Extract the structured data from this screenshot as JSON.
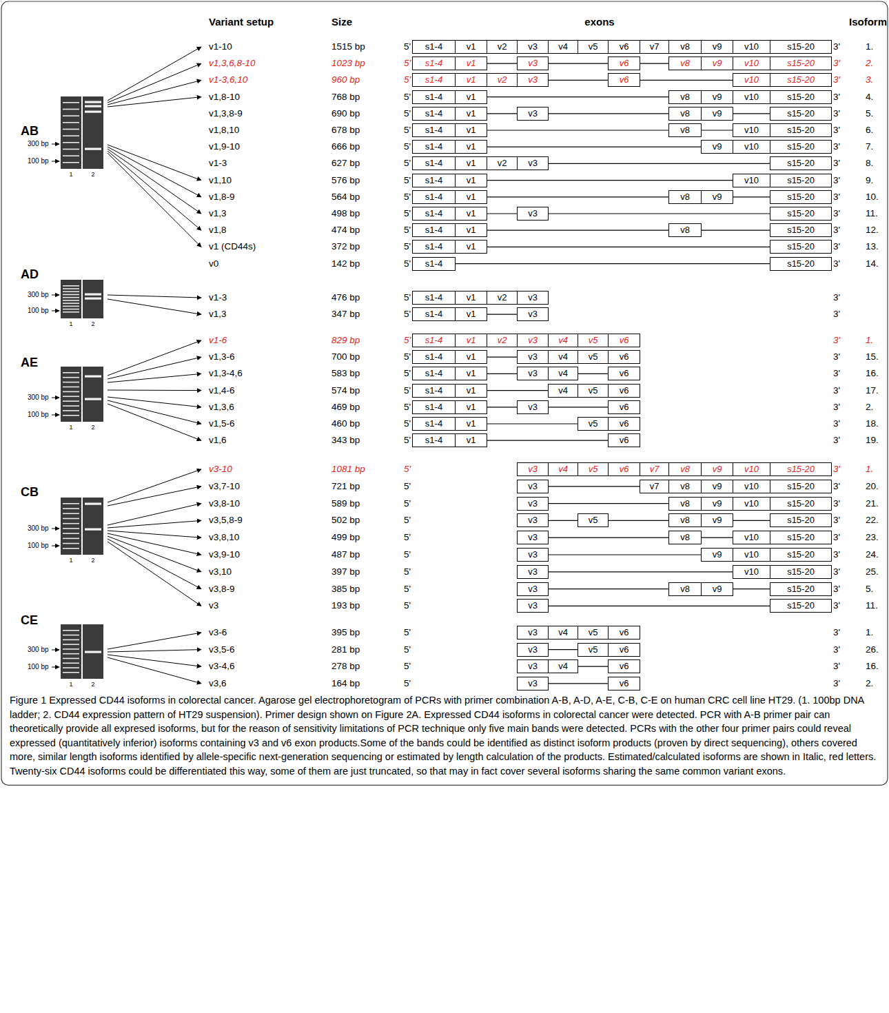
{
  "diagram": {
    "caption": "Figure 1 Expressed CD44 isoforms in colorectal cancer. Agarose gel electrophoretogram of PCRs with primer combination A-B, A-D, A-E, C-B, C-E on human CRC cell line HT29. (1. 100bp DNA ladder; 2. CD44 expression pattern of HT29 suspension). Primer design shown on Figure 2A. Expressed CD44 isoforms in colorectal cancer were detected. PCR with A-B primer pair can theoretically provide all expresed isoforms, but for the reason of sensitivity limitations of PCR technique only five main bands were detected. PCRs with the other four primer pairs could reveal expressed (quantitatively inferior) isoforms containing v3 and v6 exon products.Some of the bands could be identified as distinct isoform products (proven by direct sequencing), others covered more, similar length isoforms identified by allele-specific next-generation sequencing or estimated by length calculation of the products. Estimated/calculated isoforms are shown in Italic, red letters. Twenty-six CD44 isoforms could be differentiated this way, some of them are just truncated, so that may in fact cover several isoforms sharing the same common variant exons.",
    "nodes": [
      {
        "text": [
          "s1-4"
        ]
      },
      {
        "text": [
          "v1"
        ]
      },
      {
        "text": [
          "v2"
        ]
      },
      {
        "text": [
          "v3"
        ]
      },
      {
        "text": [
          "v4"
        ]
      },
      {
        "text": [
          "v5"
        ]
      },
      {
        "text": [
          "v6"
        ]
      },
      {
        "text": [
          "v7"
        ]
      },
      {
        "text": [
          "v8"
        ]
      },
      {
        "text": [
          "v9"
        ]
      },
      {
        "text": [
          "v10"
        ]
      },
      {
        "text": [
          "s15-20"
        ]
      },
      {
        "text": [
          "s1-4"
        ]
      },
      {
        "text": [
          "v1"
        ]
      },
      {
        "text": [
          "v3"
        ]
      },
      {
        "text": [
          "v6"
        ]
      },
      {
        "text": [
          "v8"
        ]
      },
      {
        "text": [
          "v9"
        ]
      },
      {
        "text": [
          "v10"
        ]
      },
      {
        "text": [
          "s15-20"
        ]
      },
      {
        "text": [
          "s1-4"
        ]
      },
      {
        "text": [
          "v1"
        ]
      },
      {
        "text": [
          "v2"
        ]
      },
      {
        "text": [
          "v3"
        ]
      },
      {
        "text": [
          "v6"
        ]
      },
      {
        "text": [
          "v10"
        ]
      },
      {
        "text": [
          "s15-20"
        ]
      },
      {
        "text": [
          "s1-4"
        ]
      },
      {
        "text": [
          "v1"
        ]
      },
      {
        "text": [
          "v8"
        ]
      },
      {
        "text": [
          "v9"
        ]
      },
      {
        "text": [
          "v10"
        ]
      },
      {
        "text": [
          "s15-20"
        ]
      },
      {
        "text": [
          "s1-4"
        ]
      },
      {
        "text": [
          "v1"
        ]
      },
      {
        "text": [
          "v3"
        ]
      },
      {
        "text": [
          "v8"
        ]
      },
      {
        "text": [
          "v9"
        ]
      },
      {
        "text": [
          "s15-20"
        ]
      },
      {
        "text": [
          "s1-4"
        ]
      },
      {
        "text": [
          "v1"
        ]
      },
      {
        "text": [
          "v8"
        ]
      },
      {
        "text": [
          "v10"
        ]
      },
      {
        "text": [
          "s15-20"
        ]
      },
      {
        "text": [
          "s1-4"
        ]
      },
      {
        "text": [
          "v1"
        ]
      },
      {
        "text": [
          "v9"
        ]
      },
      {
        "text": [
          "v10"
        ]
      },
      {
        "text": [
          "s15-20"
        ]
      },
      {
        "text": [
          "s1-4"
        ]
      },
      {
        "text": [
          "v1"
        ]
      },
      {
        "text": [
          "v2"
        ]
      },
      {
        "text": [
          "v3"
        ]
      },
      {
        "text": [
          "s15-20"
        ]
      },
      {
        "text": [
          "s1-4"
        ]
      },
      {
        "text": [
          "v1"
        ]
      },
      {
        "text": [
          "v10"
        ]
      },
      {
        "text": [
          "s15-20"
        ]
      },
      {
        "text": [
          "s1-4"
        ]
      },
      {
        "text": [
          "v1"
        ]
      },
      {
        "text": [
          "v8"
        ]
      },
      {
        "text": [
          "v9"
        ]
      },
      {
        "text": [
          "s15-20"
        ]
      },
      {
        "text": [
          "s1-4"
        ]
      },
      {
        "text": [
          "v1"
        ]
      },
      {
        "text": [
          "v3"
        ]
      },
      {
        "text": [
          "s15-20"
        ]
      },
      {
        "text": [
          "s1-4"
        ]
      },
      {
        "text": [
          "v1"
        ]
      },
      {
        "text": [
          "v8"
        ]
      },
      {
        "text": [
          "s15-20"
        ]
      },
      {
        "text": [
          "s1-4"
        ]
      },
      {
        "text": [
          "v1"
        ]
      },
      {
        "text": [
          "s15-20"
        ]
      },
      {
        "text": [
          "s1-4"
        ]
      },
      {
        "text": [
          "s15-20"
        ]
      },
      {
        "text": [
          "s1-4"
        ]
      },
      {
        "text": [
          "v1"
        ]
      },
      {
        "text": [
          "v2"
        ]
      },
      {
        "text": [
          "v3"
        ]
      },
      {
        "text": [
          "s1-4"
        ]
      },
      {
        "text": [
          "v1"
        ]
      },
      {
        "text": [
          "v3"
        ]
      },
      {
        "text": [
          "s1-4"
        ]
      },
      {
        "text": [
          "v1"
        ]
      },
      {
        "text": [
          "v2"
        ]
      },
      {
        "text": [
          "v3"
        ]
      },
      {
        "text": [
          "v4"
        ]
      },
      {
        "text": [
          "v5"
        ]
      },
      {
        "text": [
          "v6"
        ]
      },
      {
        "text": [
          "s1-4"
        ]
      },
      {
        "text": [
          "v1"
        ]
      },
      {
        "text": [
          "v3"
        ]
      },
      {
        "text": [
          "v4"
        ]
      },
      {
        "text": [
          "v5"
        ]
      },
      {
        "text": [
          "v6"
        ]
      },
      {
        "text": [
          "s1-4"
        ]
      },
      {
        "text": [
          "v1"
        ]
      },
      {
        "text": [
          "v3"
        ]
      },
      {
        "text": [
          "v4"
        ]
      },
      {
        "text": [
          "v6"
        ]
      },
      {
        "text": [
          "s1-4"
        ]
      },
      {
        "text": [
          "v1"
        ]
      },
      {
        "text": [
          "v4"
        ]
      },
      {
        "text": [
          "v5"
        ]
      },
      {
        "text": [
          "v6"
        ]
      },
      {
        "text": [
          "s1-4"
        ]
      },
      {
        "text": [
          "v1"
        ]
      },
      {
        "text": [
          "v3"
        ]
      },
      {
        "text": [
          "v6"
        ]
      },
      {
        "text": [
          "s1-4"
        ]
      },
      {
        "text": [
          "v1"
        ]
      },
      {
        "text": [
          "v5"
        ]
      },
      {
        "text": [
          "v6"
        ]
      },
      {
        "text": [
          "s1-4"
        ]
      },
      {
        "text": [
          "v1"
        ]
      },
      {
        "text": [
          "v6"
        ]
      },
      {
        "text": [
          "v3"
        ]
      },
      {
        "text": [
          "v4"
        ]
      },
      {
        "text": [
          "v5"
        ]
      },
      {
        "text": [
          "v6"
        ]
      },
      {
        "text": [
          "v7"
        ]
      },
      {
        "text": [
          "v8"
        ]
      },
      {
        "text": [
          "v9"
        ]
      },
      {
        "text": [
          "v10"
        ]
      },
      {
        "text": [
          "s15-20"
        ]
      },
      {
        "text": [
          "v3"
        ]
      },
      {
        "text": [
          "v7"
        ]
      },
      {
        "text": [
          "v8"
        ]
      },
      {
        "text": [
          "v9"
        ]
      },
      {
        "text": [
          "v10"
        ]
      },
      {
        "text": [
          "s15-20"
        ]
      },
      {
        "text": [
          "v3"
        ]
      },
      {
        "text": [
          "v8"
        ]
      },
      {
        "text": [
          "v9"
        ]
      },
      {
        "text": [
          "v10"
        ]
      },
      {
        "text": [
          "s15-20"
        ]
      },
      {
        "text": [
          "v3"
        ]
      },
      {
        "text": [
          "v5"
        ]
      },
      {
        "text": [
          "v8"
        ]
      },
      {
        "text": [
          "v9"
        ]
      },
      {
        "text": [
          "s15-20"
        ]
      },
      {
        "text": [
          "v3"
        ]
      },
      {
        "text": [
          "v8"
        ]
      },
      {
        "text": [
          "v10"
        ]
      },
      {
        "text": [
          "s15-20"
        ]
      },
      {
        "text": [
          "v3"
        ]
      },
      {
        "text": [
          "v9"
        ]
      },
      {
        "text": [
          "v10"
        ]
      },
      {
        "text": [
          "s15-20"
        ]
      },
      {
        "text": [
          "v3"
        ]
      },
      {
        "text": [
          "v10"
        ]
      },
      {
        "text": [
          "s15-20"
        ]
      },
      {
        "text": [
          "v3"
        ]
      },
      {
        "text": [
          "v8"
        ]
      },
      {
        "text": [
          "v9"
        ]
      },
      {
        "text": [
          "s15-20"
        ]
      },
      {
        "text": [
          "v3"
        ]
      },
      {
        "text": [
          "s15-20"
        ]
      },
      {
        "text": [
          "v3"
        ]
      },
      {
        "text": [
          "v4"
        ]
      },
      {
        "text": [
          "v5"
        ]
      },
      {
        "text": [
          "v6"
        ]
      },
      {
        "text": [
          "v3"
        ]
      },
      {
        "text": [
          "v5"
        ]
      },
      {
        "text": [
          "v6"
        ]
      },
      {
        "text": [
          "v3"
        ]
      },
      {
        "text": [
          "v4"
        ]
      },
      {
        "text": [
          "v6"
        ]
      },
      {
        "text": [
          "v3"
        ]
      },
      {
        "text": [
          "v6"
        ]
      }
    ],
    "edges": [
      {
        "from": 13,
        "to": 14,
        "arrow": "none"
      },
      {
        "from": 14,
        "to": 15,
        "arrow": "none"
      },
      {
        "from": 15,
        "to": 16,
        "arrow": "none"
      },
      {
        "from": 23,
        "to": 24,
        "arrow": "none"
      },
      {
        "from": 24,
        "to": 25,
        "arrow": "none"
      },
      {
        "from": 28,
        "to": 29,
        "arrow": "none"
      },
      {
        "from": 34,
        "to": 35,
        "arrow": "none"
      },
      {
        "from": 35,
        "to": 36,
        "arrow": "none"
      },
      {
        "from": 37,
        "to": 38,
        "arrow": "none"
      },
      {
        "from": 40,
        "to": 41,
        "arrow": "none"
      },
      {
        "from": 41,
        "to": 42,
        "arrow": "none"
      },
      {
        "from": 45,
        "to": 46,
        "arrow": "none"
      },
      {
        "from": 52,
        "to": 53,
        "arrow": "none"
      },
      {
        "from": 55,
        "to": 56,
        "arrow": "none"
      },
      {
        "from": 59,
        "to": 60,
        "arrow": "none"
      },
      {
        "from": 61,
        "to": 62,
        "arrow": "none"
      },
      {
        "from": 64,
        "to": 65,
        "arrow": "none"
      },
      {
        "from": 65,
        "to": 66,
        "arrow": "none"
      },
      {
        "from": 68,
        "to": 69,
        "arrow": "none"
      },
      {
        "from": 69,
        "to": 70,
        "arrow": "none"
      },
      {
        "from": 72,
        "to": 73,
        "arrow": "none"
      },
      {
        "from": 74,
        "to": 75,
        "arrow": "none"
      },
      {
        "from": 81,
        "to": 82,
        "arrow": "none"
      },
      {
        "from": 91,
        "to": 92,
        "arrow": "none"
      },
      {
        "from": 97,
        "to": 98,
        "arrow": "none"
      },
      {
        "from": 99,
        "to": 100,
        "arrow": "none"
      },
      {
        "from": 102,
        "to": 103,
        "arrow": "none"
      },
      {
        "from": 107,
        "to": 108,
        "arrow": "none"
      },
      {
        "from": 108,
        "to": 109,
        "arrow": "none"
      },
      {
        "from": 111,
        "to": 112,
        "arrow": "none"
      },
      {
        "from": 115,
        "to": 116,
        "arrow": "none"
      },
      {
        "from": 126,
        "to": 127,
        "arrow": "none"
      },
      {
        "from": 132,
        "to": 133,
        "arrow": "none"
      },
      {
        "from": 137,
        "to": 138,
        "arrow": "none"
      },
      {
        "from": 138,
        "to": 139,
        "arrow": "none"
      },
      {
        "from": 140,
        "to": 141,
        "arrow": "none"
      },
      {
        "from": 142,
        "to": 143,
        "arrow": "none"
      },
      {
        "from": 143,
        "to": 144,
        "arrow": "none"
      },
      {
        "from": 146,
        "to": 147,
        "arrow": "none"
      },
      {
        "from": 150,
        "to": 151,
        "arrow": "none"
      },
      {
        "from": 153,
        "to": 154,
        "arrow": "none"
      },
      {
        "from": 155,
        "to": 156,
        "arrow": "none"
      },
      {
        "from": 157,
        "to": 158,
        "arrow": "none"
      },
      {
        "from": 163,
        "to": 164,
        "arrow": "none"
      },
      {
        "from": 167,
        "to": 168,
        "arrow": "none"
      },
      {
        "from": 169,
        "to": 170,
        "arrow": "none"
      }
    ],
    "labels": [
      "Variant setup",
      "Size",
      "exons",
      "Isoform",
      "AB",
      "300 bp",
      "100 bp",
      "1",
      "2",
      "v1-10",
      "1515 bp",
      "5'",
      "3'",
      "1.",
      "v1,3,6,8-10",
      "1023 bp",
      "5'",
      "3'",
      "2.",
      "v1-3,6,10",
      "960 bp",
      "5'",
      "3'",
      "3.",
      "v1,8-10",
      "768 bp",
      "5'",
      "3'",
      "4.",
      "v1,3,8-9",
      "690 bp",
      "5'",
      "3'",
      "5.",
      "v1,8,10",
      "678 bp",
      "5'",
      "3'",
      "6.",
      "v1,9-10",
      "666 bp",
      "5'",
      "3'",
      "7.",
      "v1-3",
      "627 bp",
      "5'",
      "3'",
      "8.",
      "v1,10",
      "576 bp",
      "5'",
      "3'",
      "9.",
      "v1,8-9",
      "564 bp",
      "5'",
      "3'",
      "10.",
      "v1,3",
      "498 bp",
      "5'",
      "3'",
      "11.",
      "v1,8",
      "474 bp",
      "5'",
      "3'",
      "12.",
      "v1 (CD44s)",
      "372 bp",
      "5'",
      "3'",
      "13.",
      "v0",
      "142 bp",
      "5'",
      "3'",
      "14.",
      "AD",
      "300 bp",
      "100 bp",
      "1",
      "2",
      "v1-3",
      "476 bp",
      "5'",
      "3'",
      "v1,3",
      "347 bp",
      "5'",
      "3'",
      "AE",
      "300 bp",
      "100 bp",
      "1",
      "2",
      "v1-6",
      "829 bp",
      "5'",
      "3'",
      "1.",
      "v1,3-6",
      "700 bp",
      "5'",
      "3'",
      "15.",
      "v1,3-4,6",
      "583 bp",
      "5'",
      "3'",
      "16.",
      "v1,4-6",
      "574 bp",
      "5'",
      "3'",
      "17.",
      "v1,3,6",
      "469 bp",
      "5'",
      "3'",
      "2.",
      "v1,5-6",
      "460 bp",
      "5'",
      "3'",
      "18.",
      "v1,6",
      "343 bp",
      "5'",
      "3'",
      "19.",
      "CB",
      "300 bp",
      "100 bp",
      "1",
      "2",
      "v3-10",
      "1081 bp",
      "5'",
      "3'",
      "1.",
      "v3,7-10",
      "721 bp",
      "5'",
      "3'",
      "20.",
      "v3,8-10",
      "589 bp",
      "5'",
      "3'",
      "21.",
      "v3,5,8-9",
      "502 bp",
      "5'",
      "3'",
      "22.",
      "v3,8,10",
      "499 bp",
      "5'",
      "3'",
      "23.",
      "v3,9-10",
      "487 bp",
      "5'",
      "3'",
      "24.",
      "v3,10",
      "397 bp",
      "5'",
      "3'",
      "25.",
      "v3,8-9",
      "385 bp",
      "5'",
      "3'",
      "5.",
      "v3",
      "193 bp",
      "5'",
      "3'",
      "11.",
      "CE",
      "300 bp",
      "100 bp",
      "1",
      "2",
      "v3-6",
      "395 bp",
      "5'",
      "3'",
      "1.",
      "v3,5-6",
      "281 bp",
      "5'",
      "3'",
      "26.",
      "v3-4,6",
      "278 bp",
      "5'",
      "3'",
      "16.",
      "v3,6",
      "164 bp",
      "5'",
      "3'",
      "2."
    ]
  }
}
